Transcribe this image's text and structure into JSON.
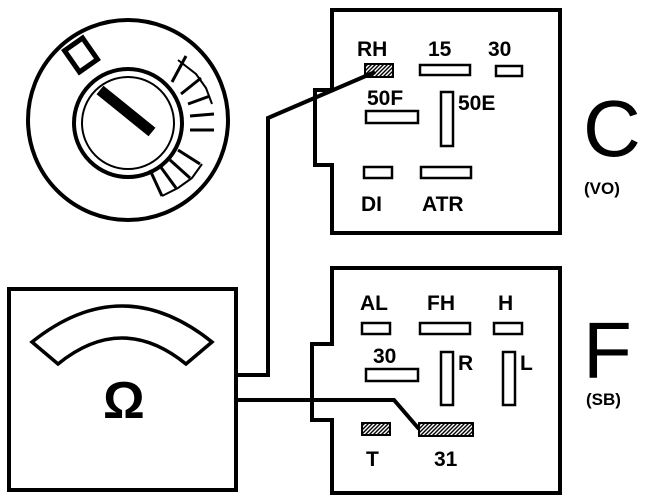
{
  "connector_c": {
    "letter": "C",
    "sub": "(VO)",
    "pins": {
      "rh": "RH",
      "p15": "15",
      "p30": "30",
      "p50f": "50F",
      "p50e": "50E",
      "di": "DI",
      "atr": "ATR"
    }
  },
  "connector_f": {
    "letter": "F",
    "sub": "(SB)",
    "pins": {
      "al": "AL",
      "fh": "FH",
      "h": "H",
      "p30": "30",
      "r": "R",
      "l": "L",
      "t": "T",
      "p31": "31"
    }
  },
  "meter": {
    "symbol": "Ω"
  },
  "icons": [
    "ignition-key-switch-icon",
    "ohmmeter-icon"
  ]
}
